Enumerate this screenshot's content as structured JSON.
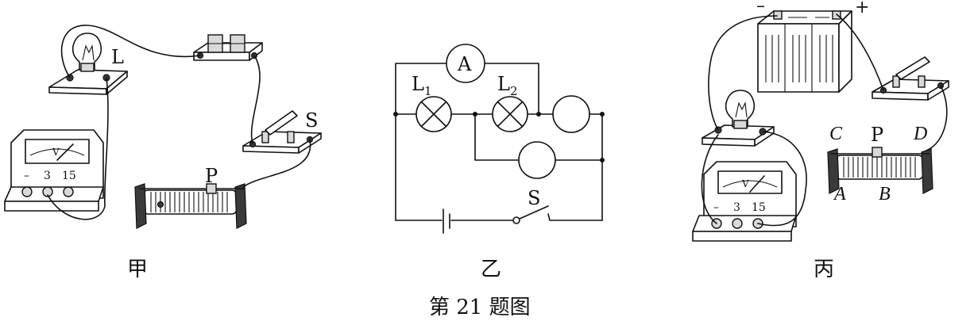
{
  "caption": "第 21 题图",
  "panels": {
    "jia": {
      "title": "甲",
      "lamp_label": "L",
      "switch_label": "S",
      "slider_label": "P",
      "meter_face": "V",
      "terminals": [
        "–",
        "3",
        "15"
      ]
    },
    "yi": {
      "title": "乙",
      "ammeter": "A",
      "lamp1": {
        "main": "L",
        "sub": "1"
      },
      "lamp2": {
        "main": "L",
        "sub": "2"
      },
      "switch_label": "S"
    },
    "bing": {
      "title": "丙",
      "battery_minus": "–",
      "battery_plus": "+",
      "slider_label": "P",
      "term_C": "C",
      "term_D": "D",
      "term_A": "A",
      "term_B": "B",
      "meter_face": "V",
      "terminals": [
        "–",
        "3",
        "15"
      ]
    }
  }
}
